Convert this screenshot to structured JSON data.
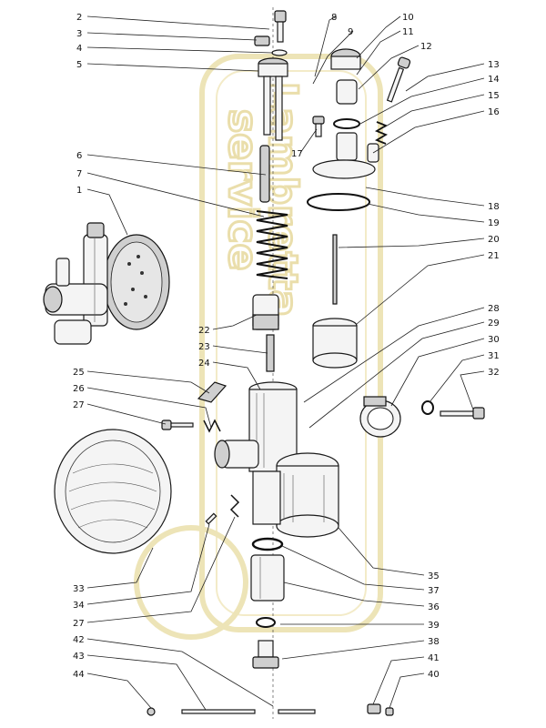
{
  "watermark": {
    "text_upper": "Lambretta",
    "text_lower": "service",
    "color": "#e8dca0"
  },
  "labels": [
    {
      "n": "1"
    },
    {
      "n": "2"
    },
    {
      "n": "3"
    },
    {
      "n": "4"
    },
    {
      "n": "5"
    },
    {
      "n": "6"
    },
    {
      "n": "7"
    },
    {
      "n": "8"
    },
    {
      "n": "9"
    },
    {
      "n": "10"
    },
    {
      "n": "11"
    },
    {
      "n": "12"
    },
    {
      "n": "13"
    },
    {
      "n": "14"
    },
    {
      "n": "15"
    },
    {
      "n": "16"
    },
    {
      "n": "17"
    },
    {
      "n": "18"
    },
    {
      "n": "19"
    },
    {
      "n": "20"
    },
    {
      "n": "21"
    },
    {
      "n": "22"
    },
    {
      "n": "23"
    },
    {
      "n": "24"
    },
    {
      "n": "25"
    },
    {
      "n": "26"
    },
    {
      "n": "27"
    },
    {
      "n": "28"
    },
    {
      "n": "29"
    },
    {
      "n": "30"
    },
    {
      "n": "31"
    },
    {
      "n": "32"
    },
    {
      "n": "33"
    },
    {
      "n": "34"
    },
    {
      "n": "27"
    },
    {
      "n": "35"
    },
    {
      "n": "36"
    },
    {
      "n": "37"
    },
    {
      "n": "38"
    },
    {
      "n": "39"
    },
    {
      "n": "40"
    },
    {
      "n": "41"
    },
    {
      "n": "42"
    },
    {
      "n": "43"
    },
    {
      "n": "44"
    }
  ]
}
